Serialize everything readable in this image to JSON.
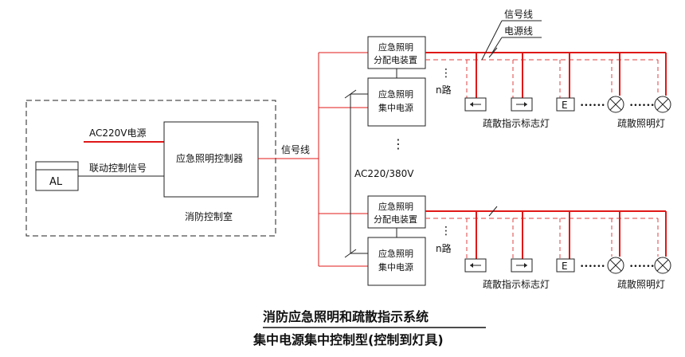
{
  "labels": {
    "signal_line_legend": "信号线",
    "power_line_legend": "电源线",
    "ac220_source": "AC220V电源",
    "linkage_signal": "联动控制信号",
    "al": "AL",
    "controller": "应急照明控制器",
    "fire_control_room": "消防控制室",
    "signal_line": "信号线",
    "ac_mains": "AC220/380V",
    "dist_box_line1": "应急照明",
    "dist_box_line2": "分配电装置",
    "central_ps_line1": "应急照明",
    "central_ps_line2": "集中电源",
    "n_circuits": "n路",
    "exit_sign_lamps": "疏散指示标志灯",
    "evac_lights": "疏散照明灯",
    "lamp_e": "E",
    "ellipsis_h": "••••••",
    "ellipsis_v": "⋮"
  },
  "title": {
    "line1": "消防应急照明和疏散指示系统",
    "line2": "集中电源集中控制型(控制到灯具)"
  },
  "colors": {
    "line": "#222222",
    "power": "#e01818",
    "dashed": "#e04040"
  }
}
